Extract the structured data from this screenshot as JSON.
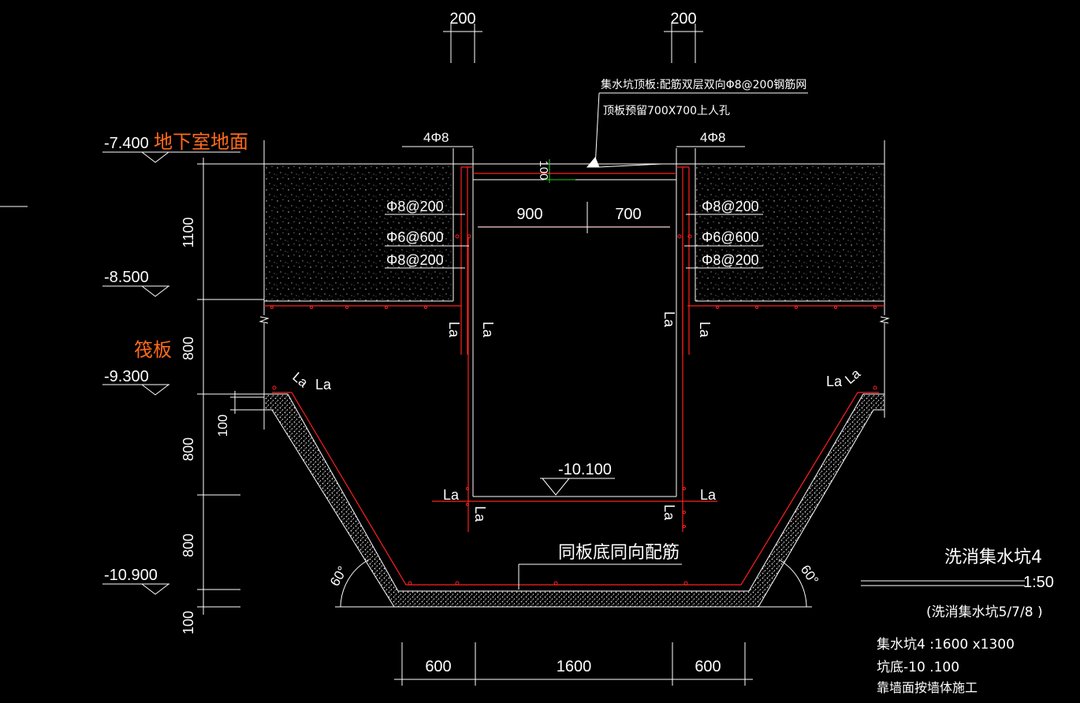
{
  "colors": {
    "background": "#000000",
    "line": "#ffffff",
    "rebar": "#ff2020",
    "accent": "#ff6a1a",
    "dim_green": "#22cc22"
  },
  "top_dims": {
    "left": "200",
    "right": "200"
  },
  "notes": {
    "top_note_1": "集水坑顶板:配筋双层双向Φ8@200钢筋网",
    "top_note_2": "顶板预留700X700上人孔",
    "bottom_note": "同板底同向配筋"
  },
  "rebar_labels": {
    "top_left": "4Φ8",
    "top_right": "4Φ8",
    "left_1": "Φ8@200",
    "left_2": "Φ6@600",
    "left_3": "Φ8@200",
    "right_1": "Φ8@200",
    "right_2": "Φ6@600",
    "right_3": "Φ8@200",
    "la": "La"
  },
  "inner_dims": {
    "d900": "900",
    "d700": "700",
    "d100": "100"
  },
  "elevations": {
    "e1": "-7.400",
    "e1_label": "地下室地面",
    "e2": "-8.500",
    "e3_label": "筏板",
    "e3": "-9.300",
    "e4": "-10.900",
    "pit_bottom": "-10.100"
  },
  "left_dims": {
    "d1100": "1100",
    "d800a": "800",
    "d800b": "800",
    "d800c": "800",
    "d100a": "100",
    "d100b": "100"
  },
  "angles": {
    "left": "60°",
    "right": "60°"
  },
  "bottom_dims": {
    "a": "600",
    "b": "1600",
    "c": "600"
  },
  "title_block": {
    "title": "洗消集水坑4",
    "scale": "1:50",
    "subtitle": "(洗消集水坑5/7/8 )",
    "info_1": "集水坑4 :1600 x1300",
    "info_2": "坑底-10 .100",
    "info_3": "靠墙面按墙体施工"
  }
}
